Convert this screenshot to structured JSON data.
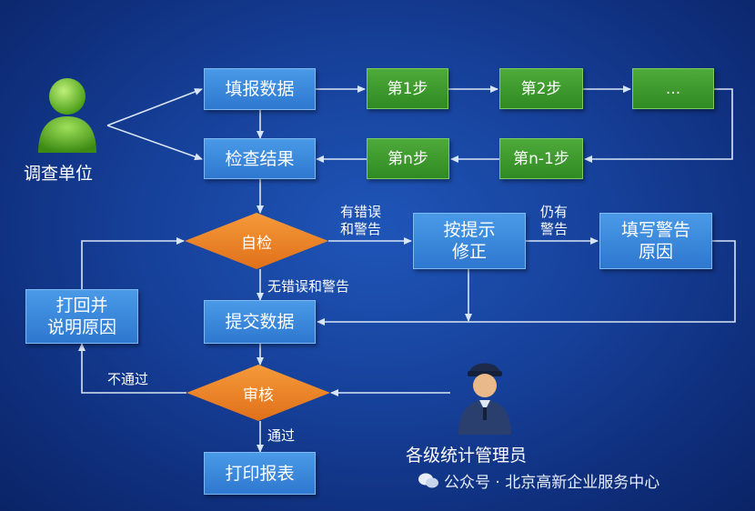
{
  "actors": {
    "reporter": "调查单位",
    "admin": "各级统计管理员"
  },
  "nodes": {
    "fill_data": "填报数据",
    "check_result": "检查结果",
    "step1": "第1步",
    "step2": "第2步",
    "step_more": "...",
    "step_n": "第n步",
    "step_n1": "第n-1步",
    "self_check": "自检",
    "fix_by_hint": "按提示\n修正",
    "fill_warning_reason": "填写警告\n原因",
    "submit_data": "提交数据",
    "return_explain": "打回并\n说明原因",
    "review": "审核",
    "print_report": "打印报表"
  },
  "edge_labels": {
    "has_errors": "有错误\n和警告",
    "still_warning": "仍有\n警告",
    "no_errors": "无错误和警告",
    "not_pass": "不通过",
    "pass": "通过"
  },
  "watermark": "公众号 · 北京高新企业服务中心",
  "colors": {
    "background": "#164099",
    "blue_box": "#3a86dc",
    "green_box": "#3c9a2c",
    "decision": "#ee8428",
    "arrow": "#d9e6f7"
  }
}
